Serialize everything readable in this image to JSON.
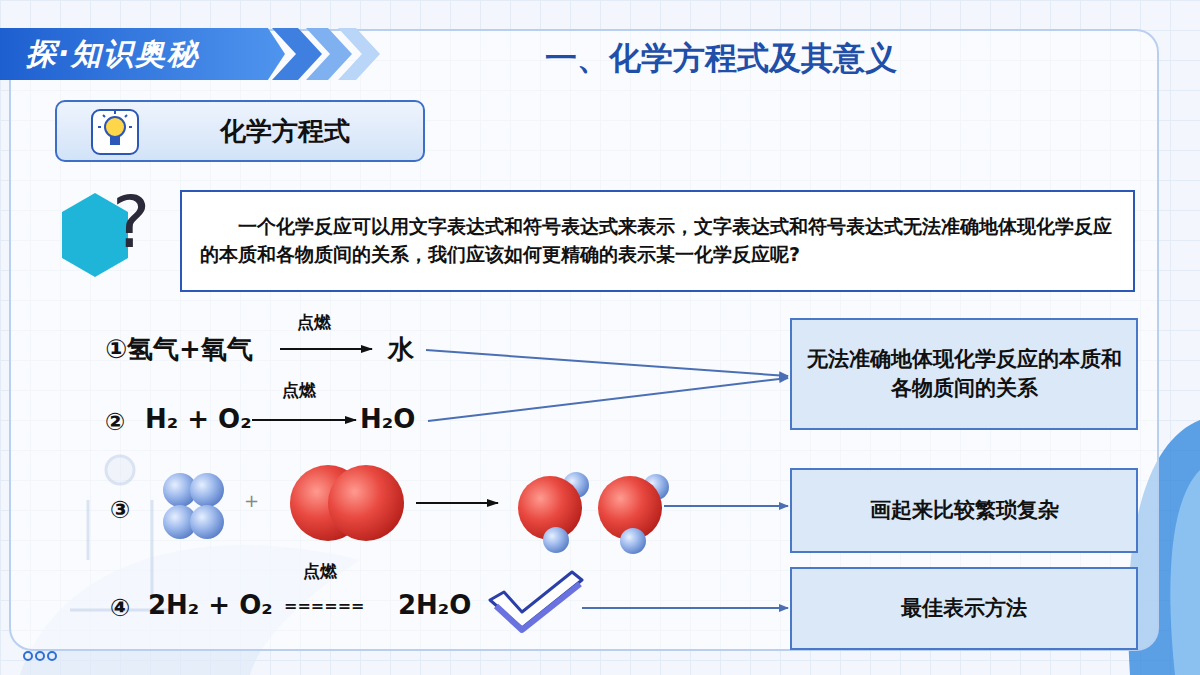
{
  "diagram": {
    "title": "一、化学方程式及其意义",
    "nodes": [
      {
        "text": [
          "探·知识奥秘"
        ]
      },
      {
        "text": [
          "化学方程式"
        ]
      },
      {
        "text": [
          "一个化学反应可以用文字表达式和符号表达式来表示，文字表达式和符号表达式无法准确地体现化学反应的本质和各物质间的关系，我们应该如何更精确的表示某一化学反应呢?"
        ]
      },
      {
        "text": [
          "无法准确地体现化学反应的本质和各物质间的关系"
        ]
      },
      {
        "text": [
          "画起来比较繁琐复杂"
        ]
      },
      {
        "text": [
          "最佳表示方法"
        ]
      }
    ],
    "labels": [
      "?",
      "①氢气+氧气",
      "点燃",
      "水",
      "②",
      "H₂ + O₂",
      "点燃",
      "H₂O",
      "③",
      "+",
      "④",
      "2H₂ + O₂",
      "点燃",
      "======",
      "2H₂O"
    ]
  }
}
